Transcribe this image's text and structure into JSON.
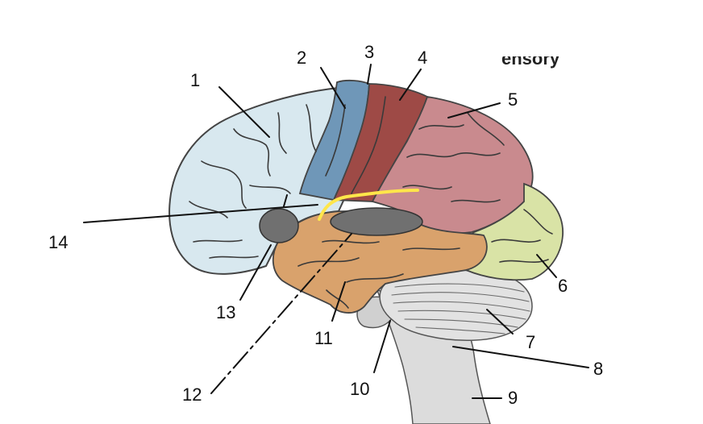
{
  "labels": {
    "l1": "1",
    "l2": "2",
    "l3": "3",
    "l4": "4",
    "l5": "5",
    "l6": "6",
    "l7": "7",
    "l8": "8",
    "l9": "9",
    "l10": "10",
    "l11": "11",
    "l12": "12",
    "l13": "13",
    "l14": "14"
  },
  "colors": {
    "frontal": "#d8e8ef",
    "precentral": "#6f97b8",
    "postcentral": "#9e4a46",
    "parietal": "#c98a8e",
    "occipital": "#d9e3a6",
    "temporal": "#d9a26c",
    "cerebellum": "#e2e2e2",
    "brainstem": "#dcdcdc",
    "mask": "#707070",
    "sulcus_line": "#ffe64a"
  }
}
